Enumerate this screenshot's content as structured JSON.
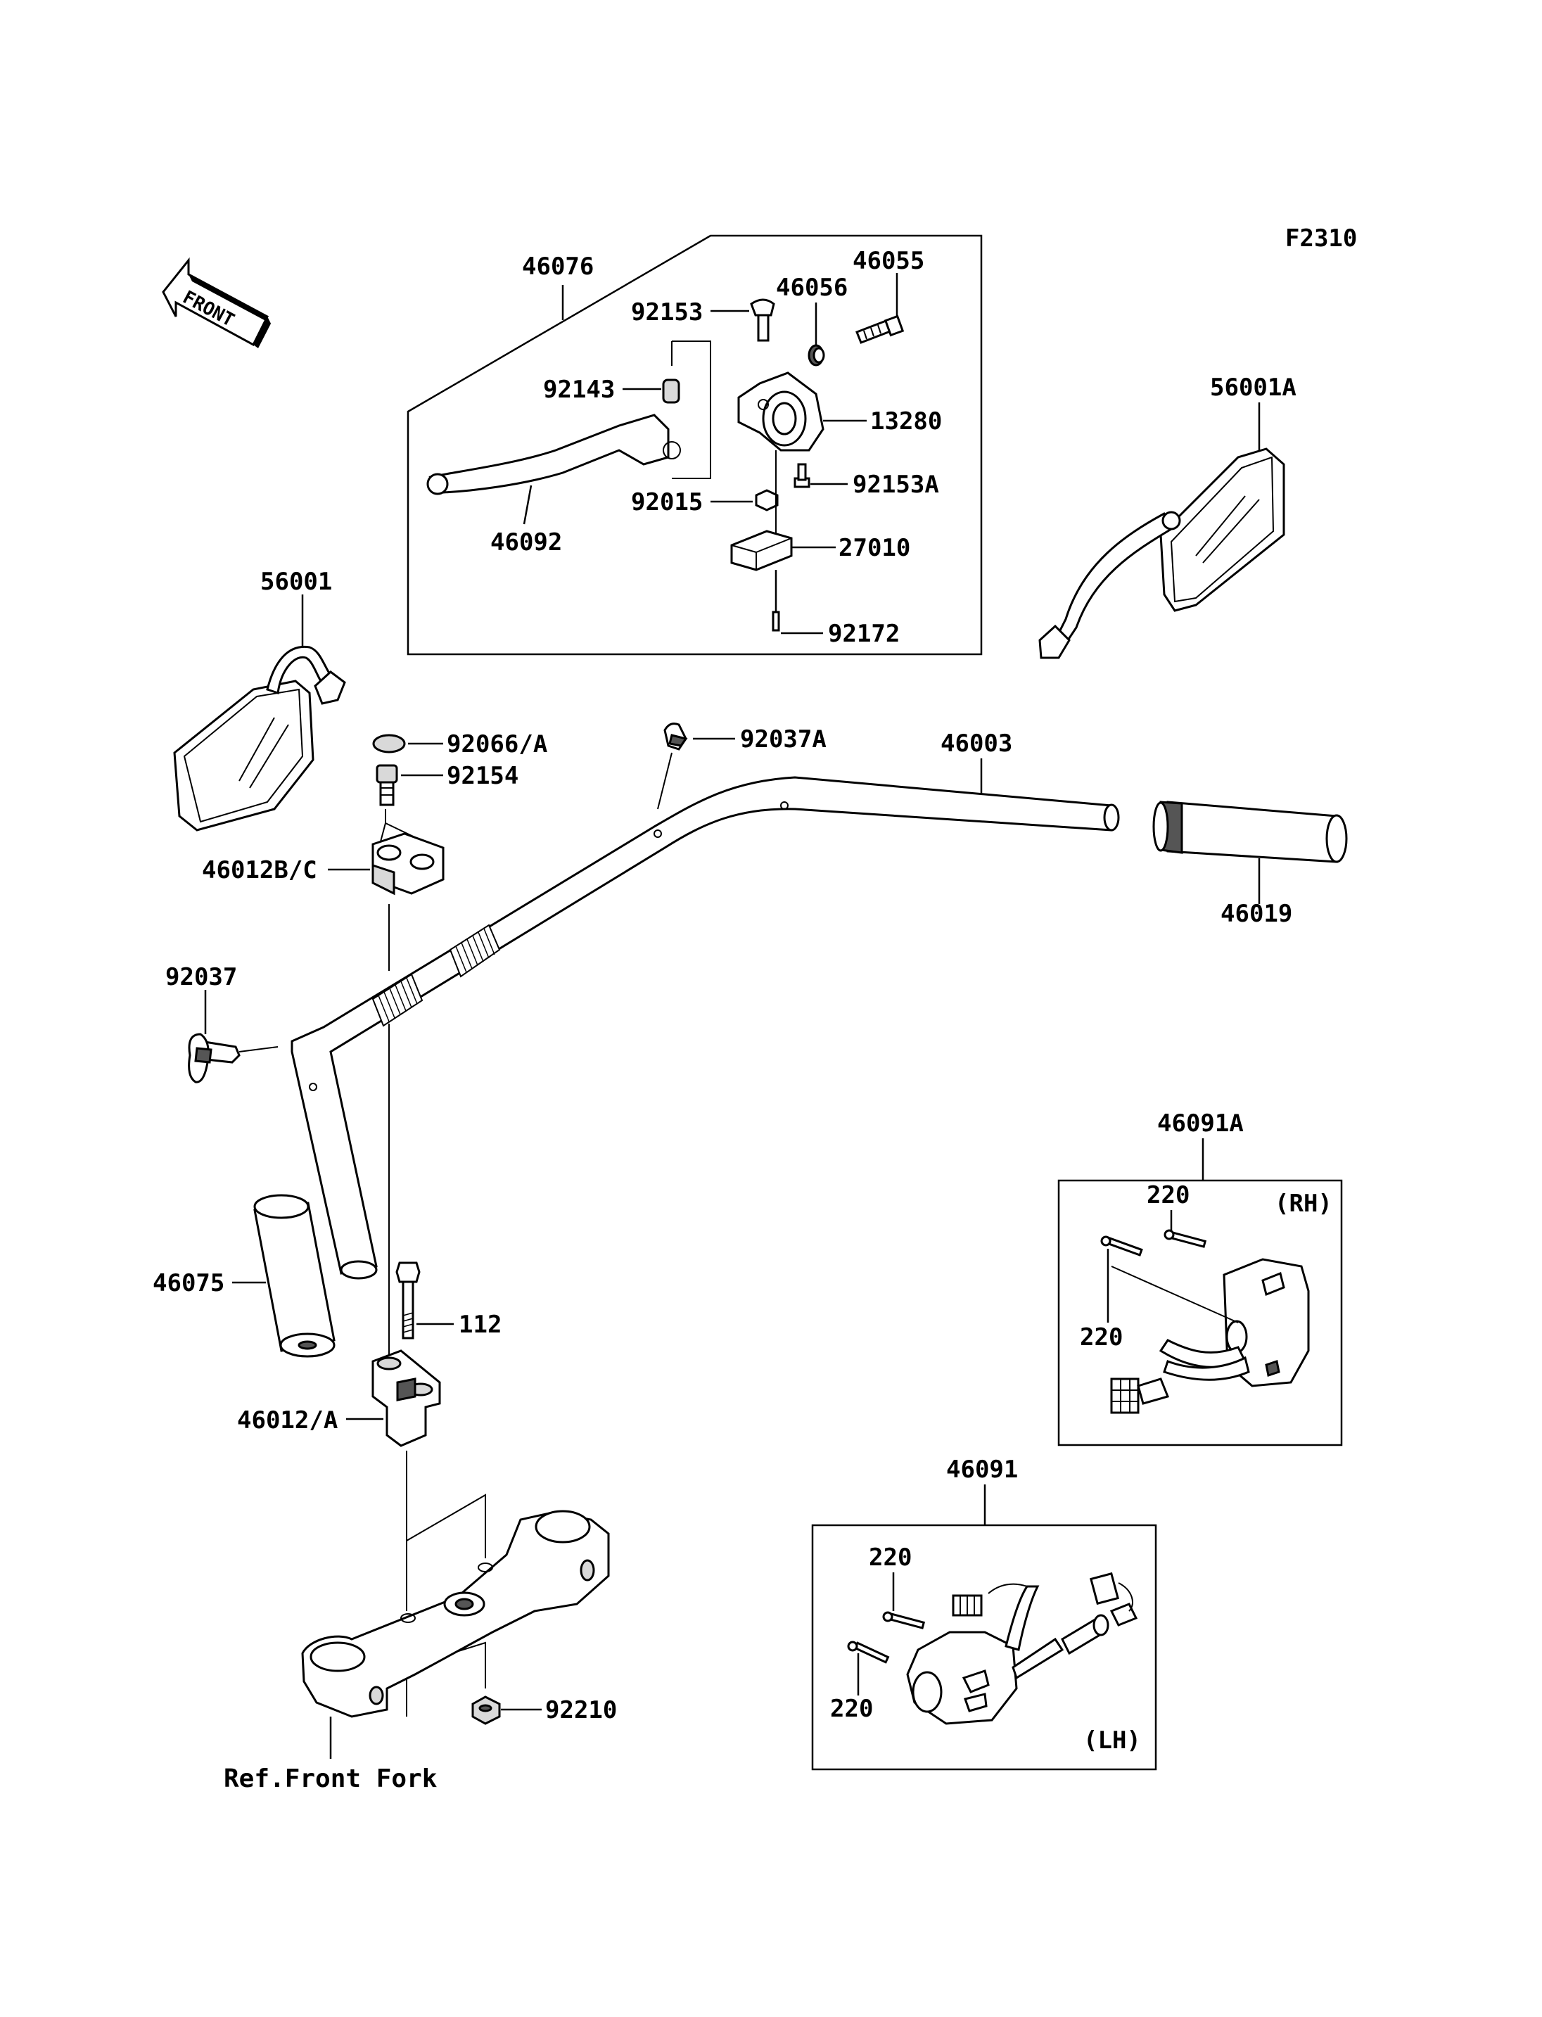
{
  "diagram_code": "F2310",
  "front_arrow_label": "FRONT",
  "parts": {
    "p46076": "46076",
    "p46055": "46055",
    "p46056": "46056",
    "p92153": "92153",
    "p92143": "92143",
    "p13280": "13280",
    "p92015": "92015",
    "p92153A": "92153A",
    "p27010": "27010",
    "p46092": "46092",
    "p92172": "92172",
    "p56001A": "56001A",
    "p56001": "56001",
    "p92066A": "92066/A",
    "p92154": "92154",
    "p92037A": "92037A",
    "p46003": "46003",
    "p46019": "46019",
    "p46012BC": "46012B/C",
    "p92037": "92037",
    "p46075": "46075",
    "p112": "112",
    "p46012A": "46012/A",
    "p46091A": "46091A",
    "p220_rh_top": "220",
    "p220_rh_side": "220",
    "rh_tag": "(RH)",
    "p46091": "46091",
    "p220_lh_top": "220",
    "p220_lh_side": "220",
    "lh_tag": "(LH)",
    "p92210": "92210",
    "ref_front_fork": "Ref.Front Fork"
  }
}
